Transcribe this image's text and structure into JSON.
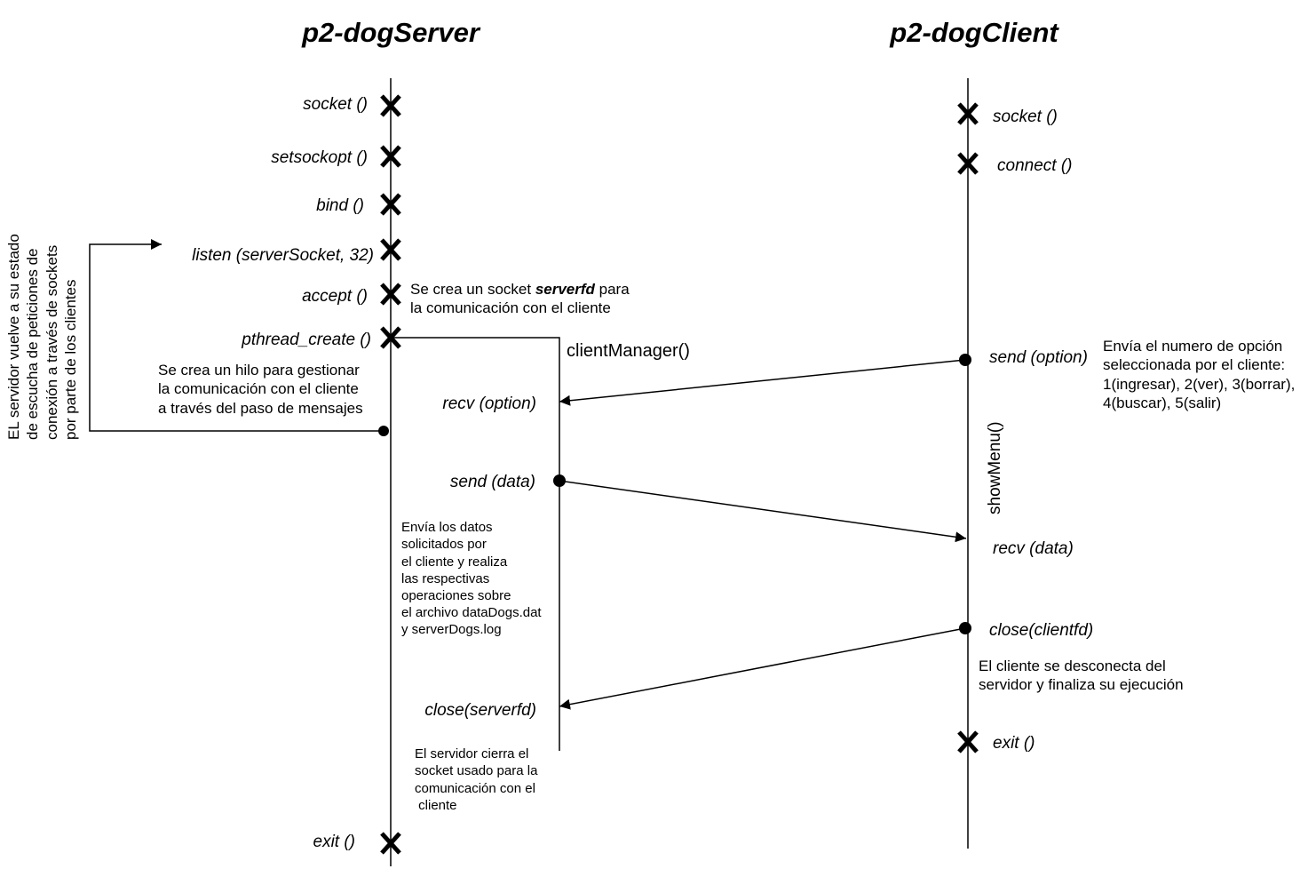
{
  "server": {
    "title": "p2-dogServer",
    "calls": {
      "socket": "socket ()",
      "setsockopt": "setsockopt ()",
      "bind": "bind ()",
      "listen": "listen (serverSocket, 32)",
      "accept": "accept ()",
      "pthread_create": "pthread_create ()",
      "exit": "exit ()"
    },
    "accept_note": {
      "prefix": "Se crea un socket ",
      "bold": "serverfd",
      "suffix": " para",
      "line2": "la comunicación con el cliente"
    },
    "thread_note": [
      "Se crea un hilo para gestionar",
      "la comunicación con el cliente",
      "a través del paso de mensajes"
    ],
    "loop_note": [
      "EL servidor vuelve a su estado",
      "de escucha de peticiones de",
      "conexión a través de sockets",
      "por parte de los clientes"
    ]
  },
  "manager": {
    "label": "clientManager()",
    "calls": {
      "recv_option": "recv (option)",
      "send_data": "send (data)",
      "close_serverfd": "close(serverfd)"
    },
    "data_note": [
      "Envía los datos",
      "solicitados por",
      "el cliente y realiza",
      "las respectivas",
      "operaciones sobre",
      "el archivo dataDogs.dat",
      "y serverDogs.log"
    ],
    "close_note": [
      "El servidor cierra el",
      "socket usado para la",
      "comunicación con el",
      " cliente"
    ]
  },
  "client": {
    "title": "p2-dogClient",
    "calls": {
      "socket": "socket ()",
      "connect": "connect ()",
      "send_option": "send (option)",
      "recv_data": "recv (data)",
      "close_clientfd": "close(clientfd)",
      "exit": "exit ()"
    },
    "menu_label": "showMenu()",
    "option_note": [
      "Envía el numero de opción",
      "seleccionada por el cliente:",
      "1(ingresar), 2(ver), 3(borrar),",
      " 4(buscar), 5(salir)"
    ],
    "disconnect_note": [
      "El cliente se desconecta del",
      "servidor y finaliza su ejecución"
    ]
  }
}
